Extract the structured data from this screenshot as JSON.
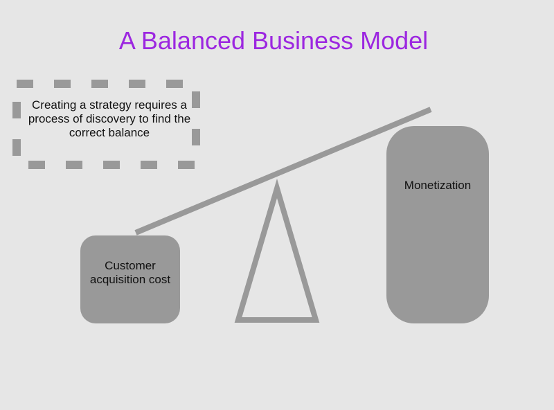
{
  "title": "A Balanced Business Model",
  "note": {
    "text": "Creating a strategy requires a process of discovery to find the correct balance"
  },
  "left_block": {
    "label": "Customer acquisition cost"
  },
  "right_block": {
    "label": "Monetization"
  },
  "colors": {
    "title": "#9c27e0",
    "background": "#e6e6e6",
    "shape_fill": "#999999",
    "text": "#111111"
  }
}
